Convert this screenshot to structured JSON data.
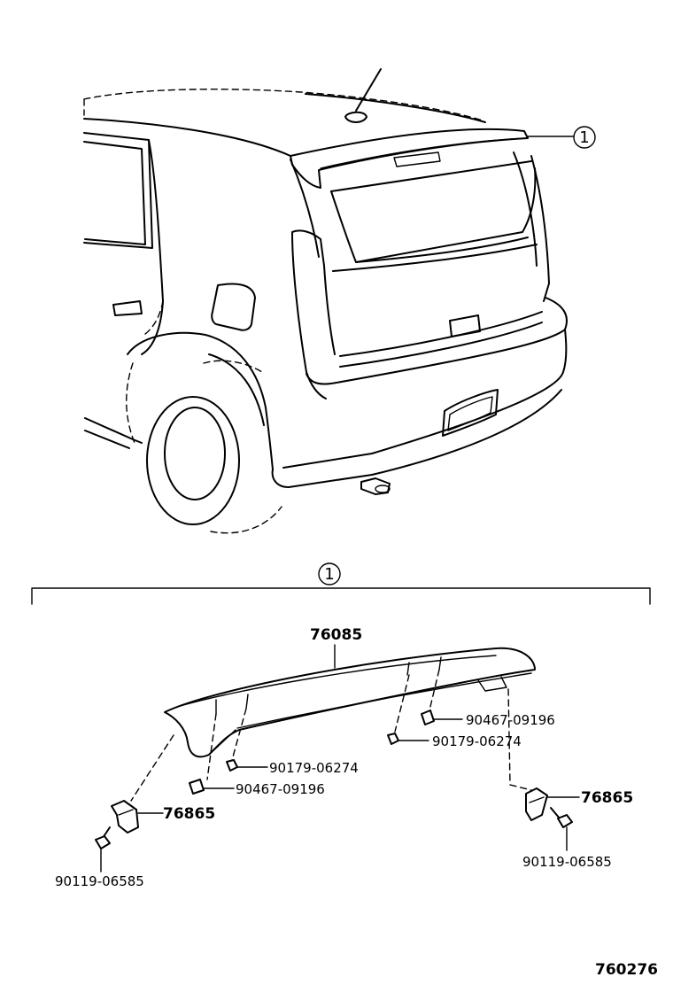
{
  "callout": {
    "marker": "1"
  },
  "parts": {
    "spoiler": "76085",
    "bracket_left": "76865",
    "bracket_right": "76865",
    "clip_upper_right": "90467-09196",
    "clip_left": "90467-09196",
    "nut_right": "90179-06274",
    "nut_left": "90179-06274",
    "screw_left": "90119-06585",
    "screw_right": "90119-06585"
  },
  "figure_id": "760276"
}
